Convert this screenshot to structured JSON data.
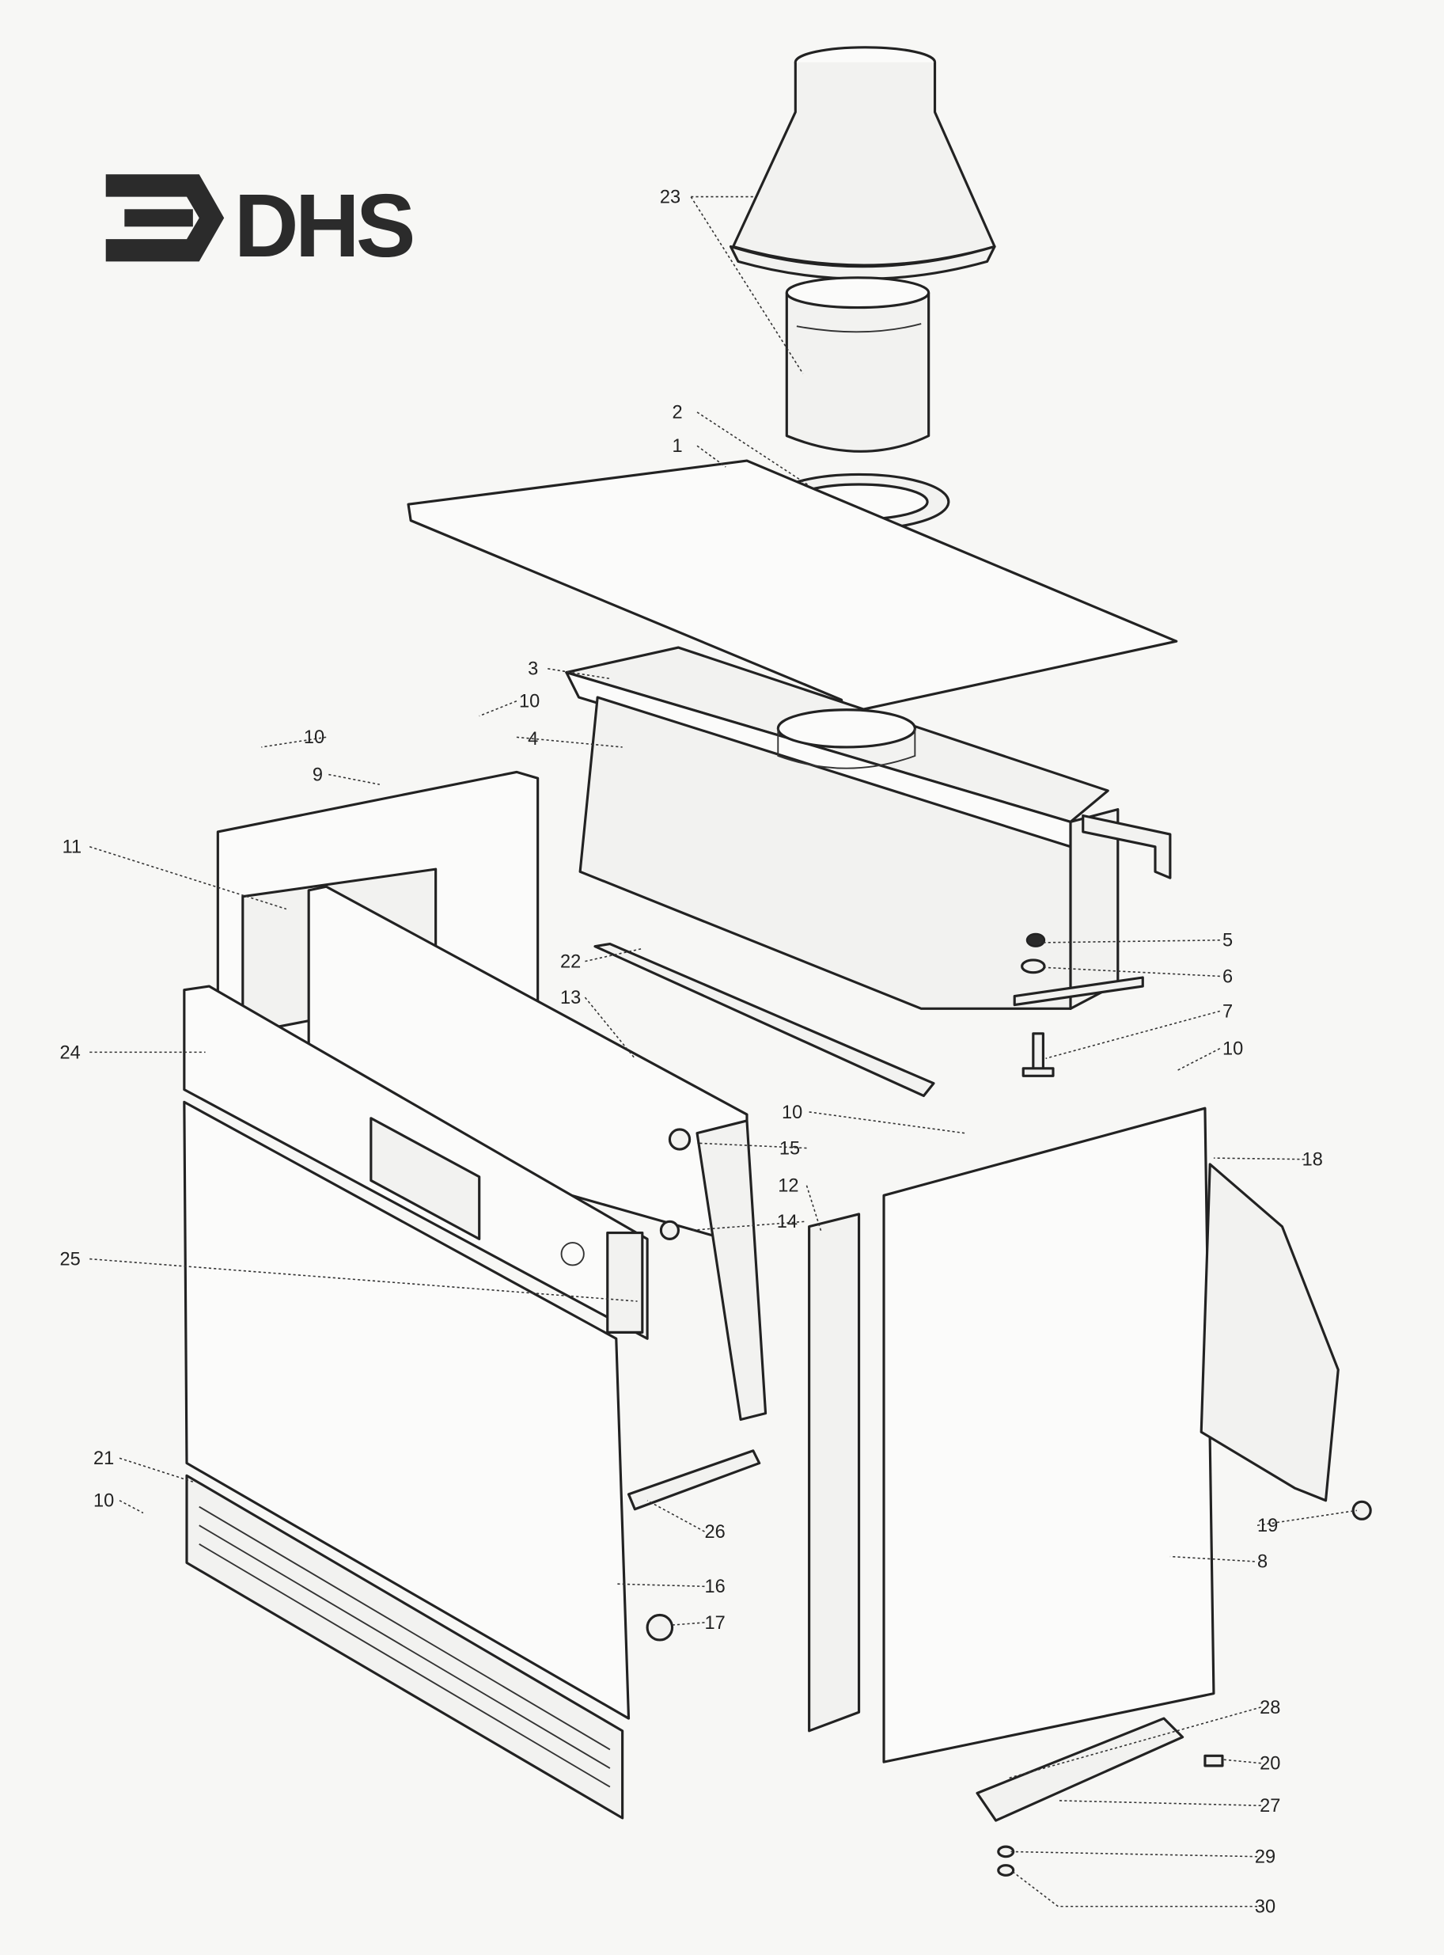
{
  "logo": {
    "text": "DHS"
  },
  "callouts": {
    "c23": "23",
    "c2": "2",
    "c1": "1",
    "c3": "3",
    "c10a": "10",
    "c10b": "10",
    "c4": "4",
    "c9": "9",
    "c11": "11",
    "c5": "5",
    "c22": "22",
    "c6": "6",
    "c13": "13",
    "c7": "7",
    "c24": "24",
    "c10c": "10",
    "c10d": "10",
    "c15": "15",
    "c18": "18",
    "c12": "12",
    "c14": "14",
    "c25": "25",
    "c21": "21",
    "c10e": "10",
    "c26": "26",
    "c8": "8",
    "c19": "19",
    "c16": "16",
    "c17": "17",
    "c28": "28",
    "c20": "20",
    "c27": "27",
    "c29": "29",
    "c30": "30"
  }
}
